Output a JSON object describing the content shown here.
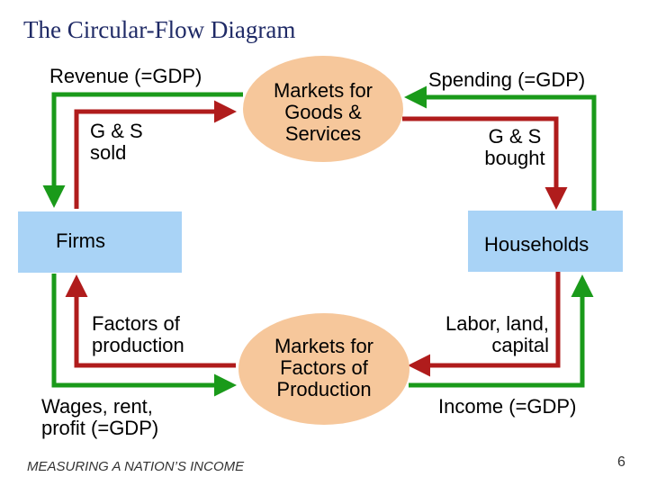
{
  "title": "The Circular-Flow Diagram",
  "nodes": {
    "goods_market": "Markets for\nGoods &\nServices",
    "factor_market": "Markets for\nFactors of\nProduction",
    "firms": "Firms",
    "households": "Households"
  },
  "flows": {
    "revenue": "Revenue (=GDP)",
    "gs_sold": "G & S\nsold",
    "spending": "Spending (=GDP)",
    "gs_bought": "G & S\nbought",
    "factors_of_production": "Factors of\nproduction",
    "wages": "Wages, rent,\nprofit (=GDP)",
    "labor_land_capital": "Labor, land,\ncapital",
    "income": "Income (=GDP)"
  },
  "colors": {
    "money_flow": "#1a9a1a",
    "goods_factor_flow": "#b01c1c",
    "market_fill": "#f6c79b",
    "sector_fill": "#a9d3f6"
  },
  "footer": "MEASURING A NATION’S INCOME",
  "page_number": "6"
}
